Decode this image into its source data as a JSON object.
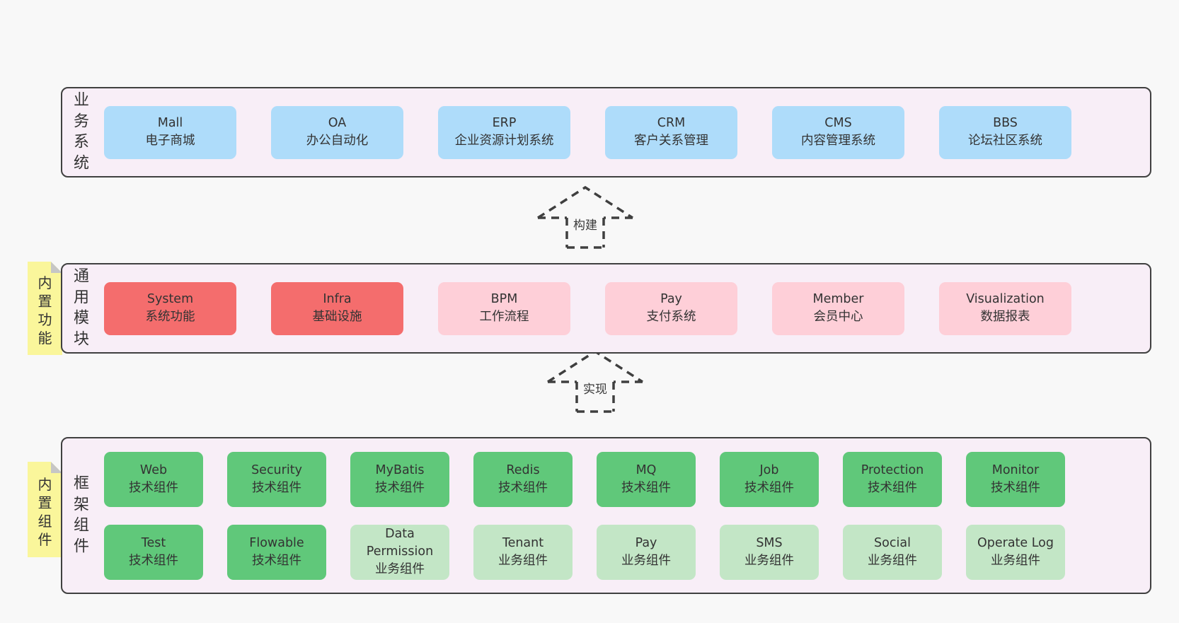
{
  "diagram": {
    "language": "zh-CN",
    "background": "#f8f8f8"
  },
  "colors": {
    "band_background": "#f8eef7",
    "band_border": "#404040",
    "blue_box": "#aedcfa",
    "red_box": "#f46d6d",
    "pink_box": "#fecfd8",
    "green_box": "#60c87a",
    "light_green_box": "#c3e6c6",
    "sticky_yellow": "#faf69b",
    "sticky_fold": "#c6c6c6",
    "text": "#333333"
  },
  "arrows": [
    {
      "label": "构建",
      "direction": "up"
    },
    {
      "label": "实现",
      "direction": "up"
    }
  ],
  "bands": [
    {
      "title": "业务系统",
      "sticky": null,
      "rows": [
        [
          {
            "en": "Mall",
            "zh": "电子商城",
            "variant": "blue"
          },
          {
            "en": "OA",
            "zh": "办公自动化",
            "variant": "blue"
          },
          {
            "en": "ERP",
            "zh": "企业资源计划系统",
            "variant": "blue"
          },
          {
            "en": "CRM",
            "zh": "客户关系管理",
            "variant": "blue"
          },
          {
            "en": "CMS",
            "zh": "内容管理系统",
            "variant": "blue"
          },
          {
            "en": "BBS",
            "zh": "论坛社区系统",
            "variant": "blue"
          }
        ]
      ]
    },
    {
      "title": "通用模块",
      "sticky": "内置功能",
      "rows": [
        [
          {
            "en": "System",
            "zh": "系统功能",
            "variant": "red"
          },
          {
            "en": "Infra",
            "zh": "基础设施",
            "variant": "red"
          },
          {
            "en": "BPM",
            "zh": "工作流程",
            "variant": "pink"
          },
          {
            "en": "Pay",
            "zh": "支付系统",
            "variant": "pink"
          },
          {
            "en": "Member",
            "zh": "会员中心",
            "variant": "pink"
          },
          {
            "en": "Visualization",
            "zh": "数据报表",
            "variant": "pink"
          }
        ]
      ]
    },
    {
      "title": "框架组件",
      "sticky": "内置组件",
      "rows": [
        [
          {
            "en": "Web",
            "zh": "技术组件",
            "variant": "green"
          },
          {
            "en": "Security",
            "zh": "技术组件",
            "variant": "green"
          },
          {
            "en": "MyBatis",
            "zh": "技术组件",
            "variant": "green"
          },
          {
            "en": "Redis",
            "zh": "技术组件",
            "variant": "green"
          },
          {
            "en": "MQ",
            "zh": "技术组件",
            "variant": "green"
          },
          {
            "en": "Job",
            "zh": "技术组件",
            "variant": "green"
          },
          {
            "en": "Protection",
            "zh": "技术组件",
            "variant": "green"
          },
          {
            "en": "Monitor",
            "zh": "技术组件",
            "variant": "green"
          }
        ],
        [
          {
            "en": "Test",
            "zh": "技术组件",
            "variant": "green"
          },
          {
            "en": "Flowable",
            "zh": "技术组件",
            "variant": "green"
          },
          {
            "en": "Data Permission",
            "zh": "业务组件",
            "variant": "lightgreen"
          },
          {
            "en": "Tenant",
            "zh": "业务组件",
            "variant": "lightgreen"
          },
          {
            "en": "Pay",
            "zh": "业务组件",
            "variant": "lightgreen"
          },
          {
            "en": "SMS",
            "zh": "业务组件",
            "variant": "lightgreen"
          },
          {
            "en": "Social",
            "zh": "业务组件",
            "variant": "lightgreen"
          },
          {
            "en": "Operate Log",
            "zh": "业务组件",
            "variant": "lightgreen"
          }
        ]
      ]
    }
  ]
}
